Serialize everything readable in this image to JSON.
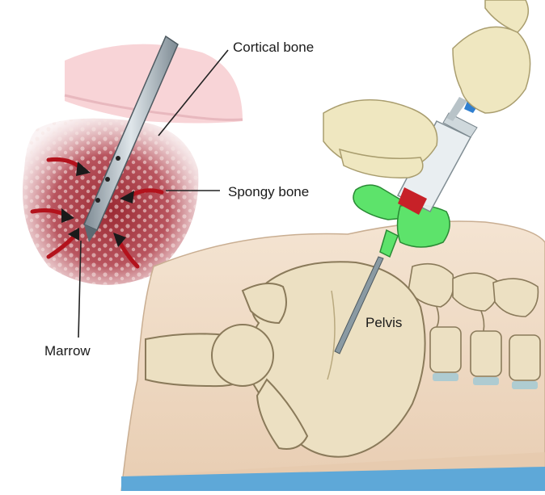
{
  "labels": {
    "cortical_bone": "Cortical bone",
    "spongy_bone": "Spongy bone",
    "marrow": "Marrow",
    "pelvis": "Pelvis"
  },
  "colors": {
    "skin": "#f1dcc6",
    "skin_shadow": "#d9bfa3",
    "bone": "#ece0c2",
    "bone_outline": "#8a7a5a",
    "cortical_band": "#f6c9cf",
    "spongy_tissue": "#c9828a",
    "marrow_red": "#8b1a1f",
    "needle": "#a9b6bf",
    "hub_green": "#5de36b",
    "syringe_plunger": "#c72128",
    "glove": "#efe7c0",
    "table_blue": "#5ea8d8"
  }
}
